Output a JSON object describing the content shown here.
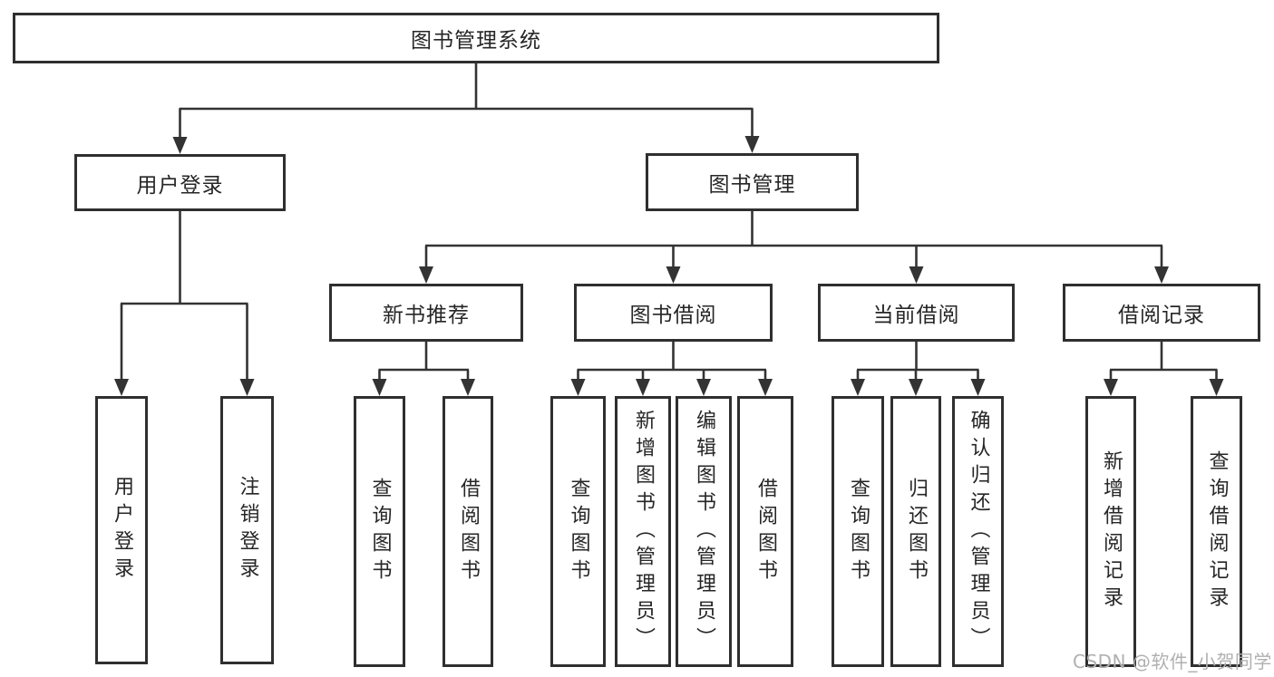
{
  "diagram": {
    "title": "图书管理系统",
    "tree": {
      "label": "图书管理系统",
      "children": [
        {
          "label": "用户登录",
          "children": [
            {
              "label": "用户登录"
            },
            {
              "label": "注销登录"
            }
          ]
        },
        {
          "label": "图书管理",
          "children": [
            {
              "label": "新书推荐",
              "children": [
                {
                  "label": "查询图书"
                },
                {
                  "label": "借阅图书"
                }
              ]
            },
            {
              "label": "图书借阅",
              "children": [
                {
                  "label": "查询图书"
                },
                {
                  "label": "新增图书（管理员）"
                },
                {
                  "label": "编辑图书（管理员）"
                },
                {
                  "label": "借阅图书"
                }
              ]
            },
            {
              "label": "当前借阅",
              "children": [
                {
                  "label": "查询图书"
                },
                {
                  "label": "归还图书"
                },
                {
                  "label": "确认归还（管理员）"
                }
              ]
            },
            {
              "label": "借阅记录",
              "children": [
                {
                  "label": "新增借阅记录"
                },
                {
                  "label": "查询借阅记录"
                }
              ]
            }
          ]
        }
      ]
    }
  },
  "watermark": {
    "text": "CSDN @软件_小贺同学"
  },
  "colors": {
    "line": "#333333",
    "box_border": "#2f2f2f",
    "text": "#262626",
    "watermark": "#b0b0b0",
    "background": "#ffffff"
  }
}
